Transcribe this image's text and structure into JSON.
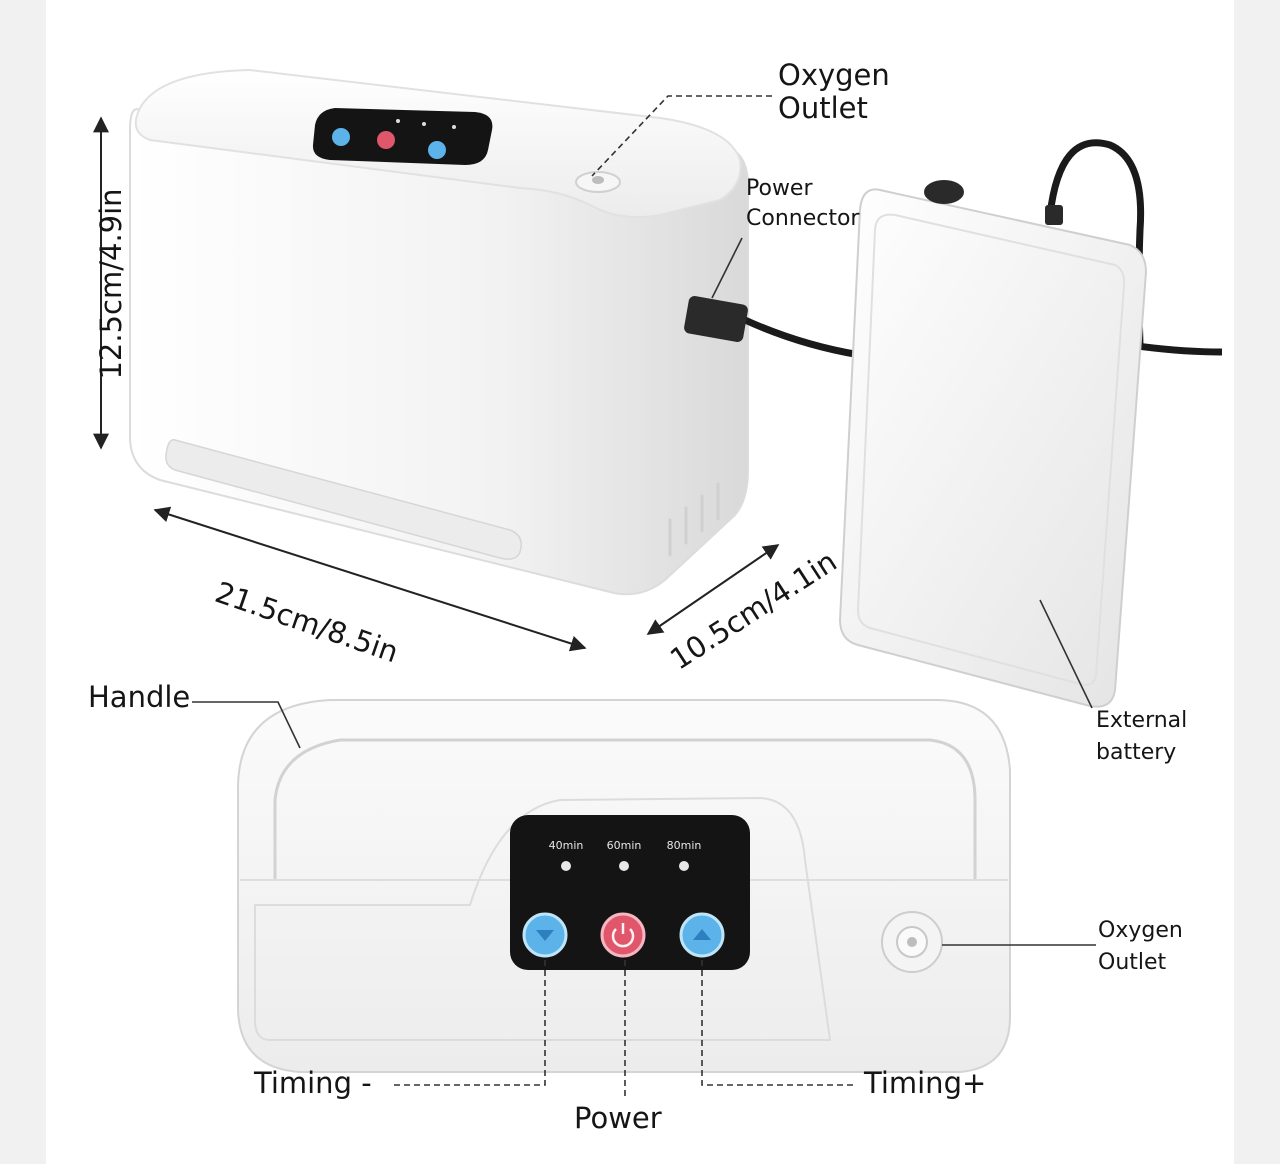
{
  "labels": {
    "oxygen_outlet_top": [
      "Oxygen",
      "Outlet"
    ],
    "power_connector": [
      "Power",
      "Connector"
    ],
    "height_dim": "12.5cm/4.9in",
    "width_dim": "21.5cm/8.5in",
    "depth_dim": "10.5cm/4.1in",
    "handle": "Handle",
    "external_battery": [
      "External",
      "battery"
    ],
    "oxygen_outlet_bottom": [
      "Oxygen",
      "Outlet"
    ],
    "timing_minus": "Timing -",
    "power": "Power",
    "timing_plus": "Timing+"
  },
  "panel": {
    "timers": [
      "40min",
      "60min",
      "80min"
    ]
  },
  "colors": {
    "device_body": "#f3f3f3",
    "panel_bg": "#141414",
    "button_blue": "#5cb3ea",
    "button_power": "#e0566b",
    "cable": "#1a1a1a"
  }
}
